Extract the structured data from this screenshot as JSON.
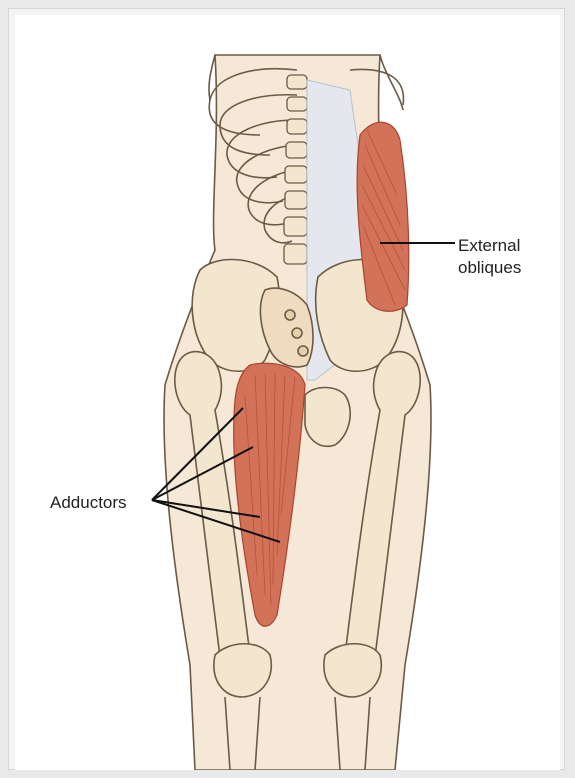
{
  "labels": {
    "external_obliques_line1": "External",
    "external_obliques_line2": "obliques",
    "adductors": "Adductors"
  },
  "colors": {
    "bone_fill": "#f3e6cf",
    "bone_outline": "#6b5a45",
    "skin_fill": "#f1dcc3",
    "muscle": "#cf6e52",
    "muscle_fibers": "#a9452d",
    "fascia": "#dde3ea",
    "leader_line": "#111111"
  }
}
